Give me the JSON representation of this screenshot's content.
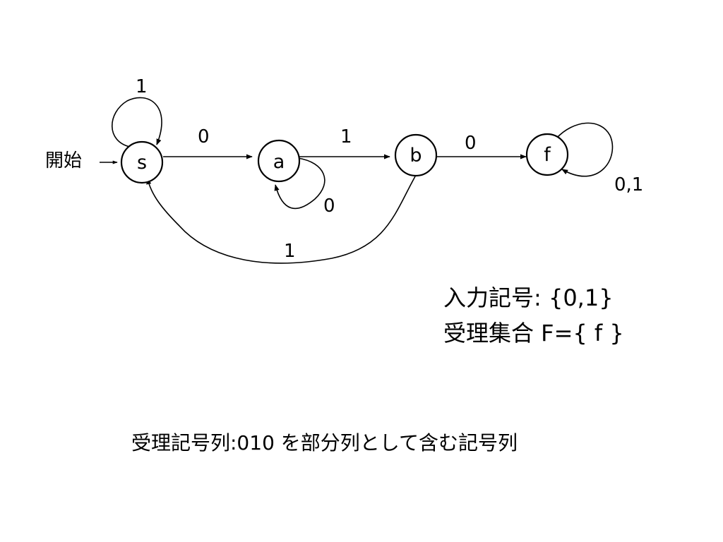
{
  "start_label": "開始",
  "states": [
    {
      "id": "s",
      "label": "s"
    },
    {
      "id": "a",
      "label": "a"
    },
    {
      "id": "b",
      "label": "b"
    },
    {
      "id": "f",
      "label": "f"
    }
  ],
  "transitions": [
    {
      "from": "s",
      "to": "s",
      "label": "1"
    },
    {
      "from": "s",
      "to": "a",
      "label": "0"
    },
    {
      "from": "a",
      "to": "a",
      "label": "0"
    },
    {
      "from": "a",
      "to": "b",
      "label": "1"
    },
    {
      "from": "b",
      "to": "f",
      "label": "0"
    },
    {
      "from": "f",
      "to": "f",
      "label": "0,1"
    },
    {
      "from": "b",
      "to": "s",
      "label": "1"
    }
  ],
  "info": {
    "alphabet": "入力記号: {0,1}",
    "accept_set": "受理集合 F={ f }"
  },
  "description": "受理記号列:010 を部分列として含む記号列"
}
